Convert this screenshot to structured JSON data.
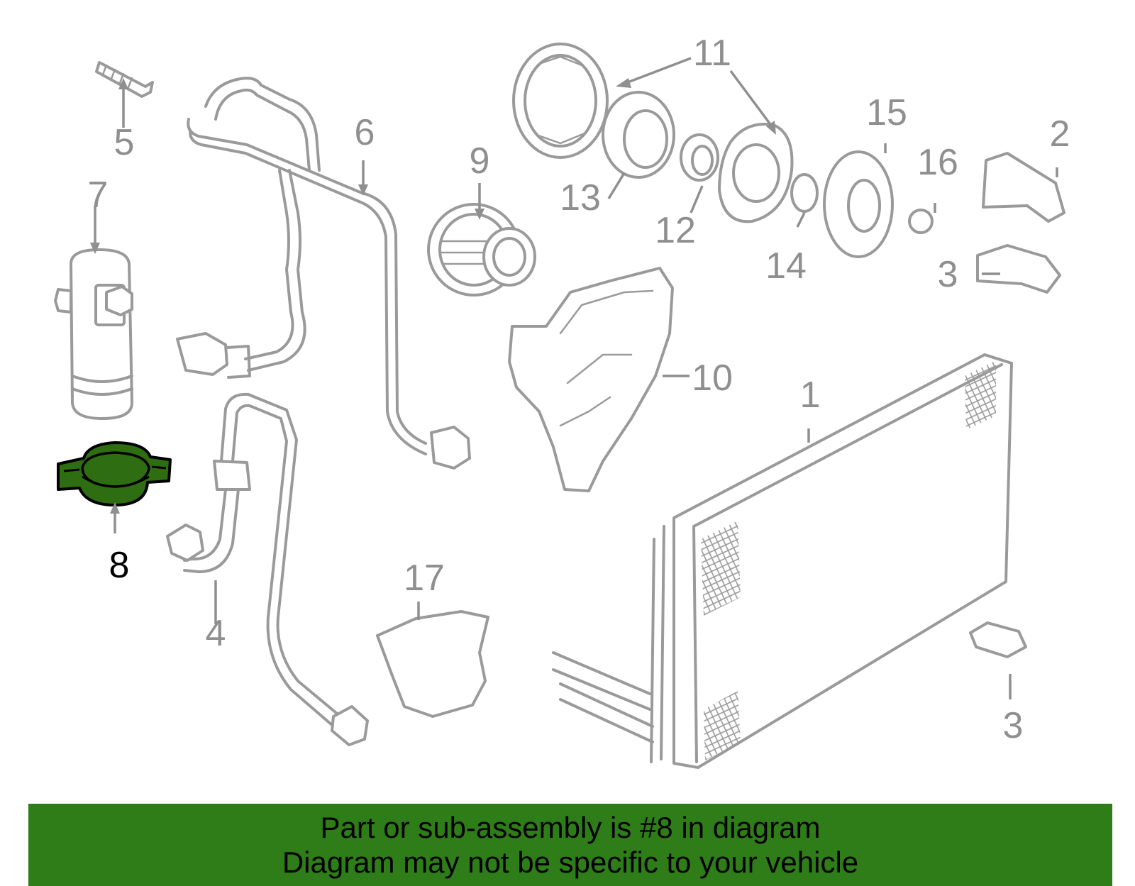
{
  "callouts": {
    "c1": "1",
    "c2": "2",
    "c3a": "3",
    "c3b": "3",
    "c4": "4",
    "c5": "5",
    "c6": "6",
    "c7": "7",
    "c8": "8",
    "c9": "9",
    "c10": "10",
    "c11": "11",
    "c12": "12",
    "c13": "13",
    "c14": "14",
    "c15": "15",
    "c16": "16",
    "c17": "17"
  },
  "highlight": {
    "part": "8",
    "color": "#2e6d12"
  },
  "colors": {
    "banner": "#2e7d18",
    "linework": "#9a9a9a"
  },
  "banner": {
    "line1": "Part or sub-assembly is #8 in diagram",
    "line2": "Diagram may not be specific to your vehicle"
  }
}
